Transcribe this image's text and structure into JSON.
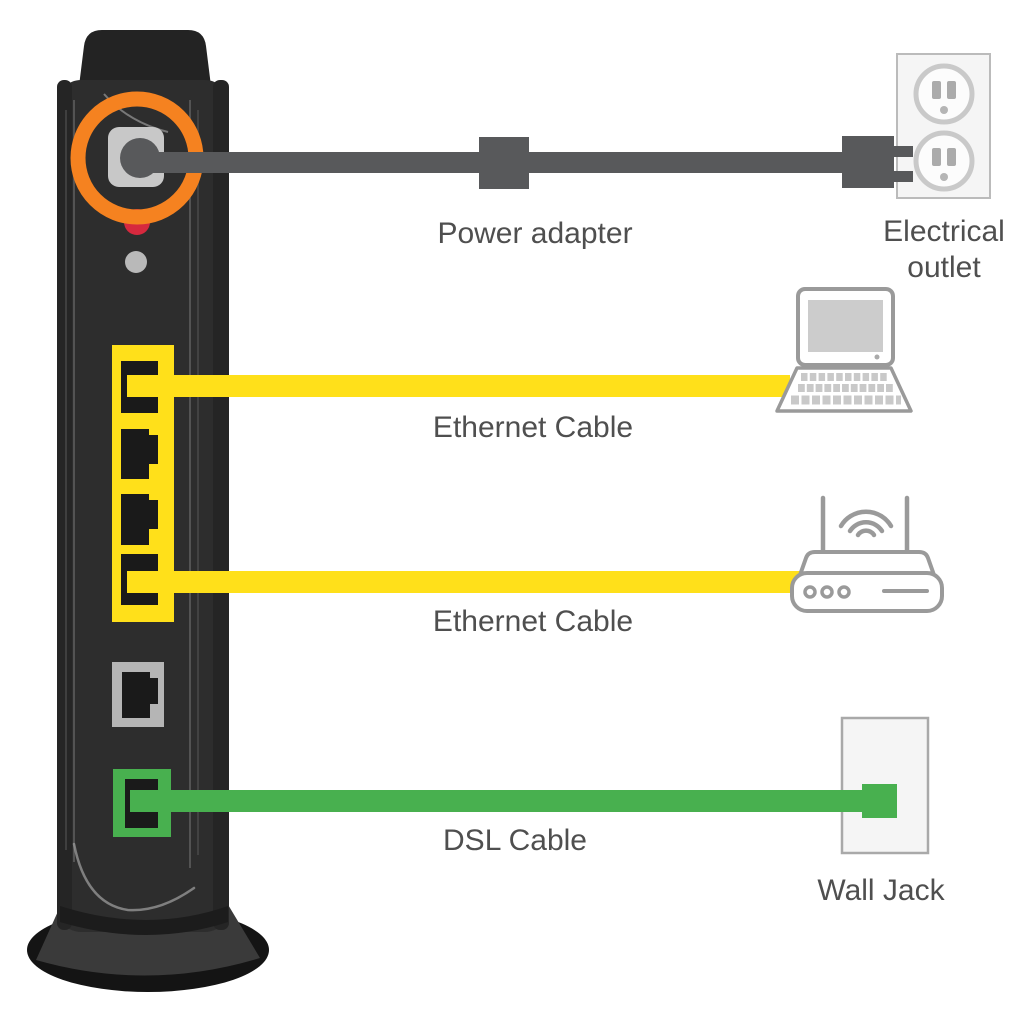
{
  "labels": {
    "power_adapter": "Power adapter",
    "electrical_outlet": "Electrical\noutlet",
    "ethernet_cable_1": "Ethernet Cable",
    "ethernet_cable_2": "Ethernet Cable",
    "dsl_cable": "DSL Cable",
    "wall_jack": "Wall Jack"
  },
  "colors": {
    "yellow": "#FFE01A",
    "green": "#48B04F",
    "orange": "#F58220",
    "cable-gray": "#58595B",
    "tower-body": "#2D2D2D",
    "tower-dark": "#232323",
    "port-dark": "#1A1A1A",
    "icon-stroke": "#9A9A9A",
    "led-red": "#D6293E",
    "label-text": "#4F4F4F",
    "plate-bg": "#F5F5F5",
    "key-gray": "#C9C9C9",
    "screen-gray": "#CCCCCC"
  },
  "icons": {
    "modem": "modem-tower-icon",
    "power_port_highlight": "orange-ring-highlight",
    "laptop": "laptop-icon",
    "router": "wireless-router-icon",
    "outlet": "electrical-outlet-icon",
    "wall_jack": "wall-jack-icon"
  }
}
